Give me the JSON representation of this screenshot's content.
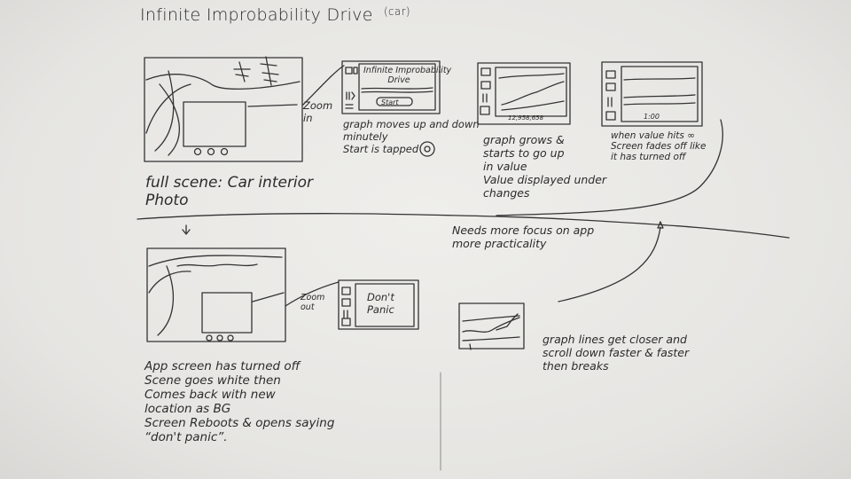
{
  "title": "Infinite Improbability Drive",
  "title_note": "(car)",
  "panel1": {
    "zoom_label": "Zoom\nin",
    "caption": "full scene: Car interior\nPhoto"
  },
  "panel2": {
    "app_title": "Infinite Improbability\nDrive",
    "button": "Start",
    "caption": "graph moves up and down\nminutely\nStart is tapped"
  },
  "panel3": {
    "caption": "graph grows &\nstarts to go up\nin value\nValue displayed under\nchanges",
    "value_text": "12,958,658"
  },
  "panel4": {
    "caption": "when value hits ∞\nScreen fades off like\nit has turned off",
    "value_text": "1:00"
  },
  "feedback": "Needs more focus on app\nmore practicality",
  "panel5": {
    "zoom_label": "Zoom\nout",
    "app_text": "Don't\nPanic",
    "caption": "App screen has turned off\nScene goes white then\nComes back with new\nlocation as BG\nScreen Reboots & opens saying\n“don't panic”."
  },
  "panel6": {
    "caption": "graph lines get closer and\nscroll down faster & faster\nthen breaks"
  }
}
